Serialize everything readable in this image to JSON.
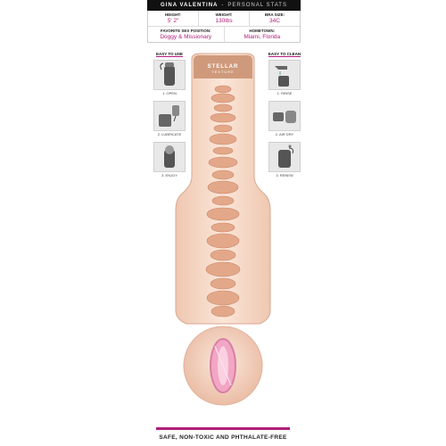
{
  "stats": {
    "name": "GINA VALENTINA",
    "separator": "-",
    "subtitle": "PERSONAL STATS",
    "height_label": "HEIGHT:",
    "height_value": "5' 2\"",
    "weight_label": "WEIGHT:",
    "weight_value": "130lbs",
    "bra_label": "BRA SIZE:",
    "bra_value": "34C",
    "position_label": "FAVORITE SEX POSITION:",
    "position_value": "Doggy & Missionary",
    "hometown_label": "HOMETOWN:",
    "hometown_value": "Miami, Florida"
  },
  "use": {
    "title": "EASY TO USE",
    "steps": [
      {
        "label": "1. OPEN",
        "icon": "open-icon"
      },
      {
        "label": "2. LUBRICATE",
        "icon": "lubricate-icon"
      },
      {
        "label": "3. ENJOY",
        "icon": "enjoy-icon"
      }
    ]
  },
  "clean": {
    "title": "EASY TO CLEAN",
    "steps": [
      {
        "label": "1. RINSE",
        "icon": "rinse-icon"
      },
      {
        "label": "2. AIR DRY",
        "icon": "air-dry-icon"
      },
      {
        "label": "3. RENEW",
        "icon": "renew-icon"
      }
    ]
  },
  "sleeve": {
    "texture_title": "STELLAR",
    "texture_subtitle": "TEXTURE"
  },
  "footer": {
    "tagline": "SAFE, NON-TOXIC AND PHTHALATE-FREE"
  },
  "colors": {
    "accent": "#b01e7a",
    "skin": "#f7dccb",
    "skin_dark": "#e3a889",
    "panel": "#e8e8e8"
  }
}
